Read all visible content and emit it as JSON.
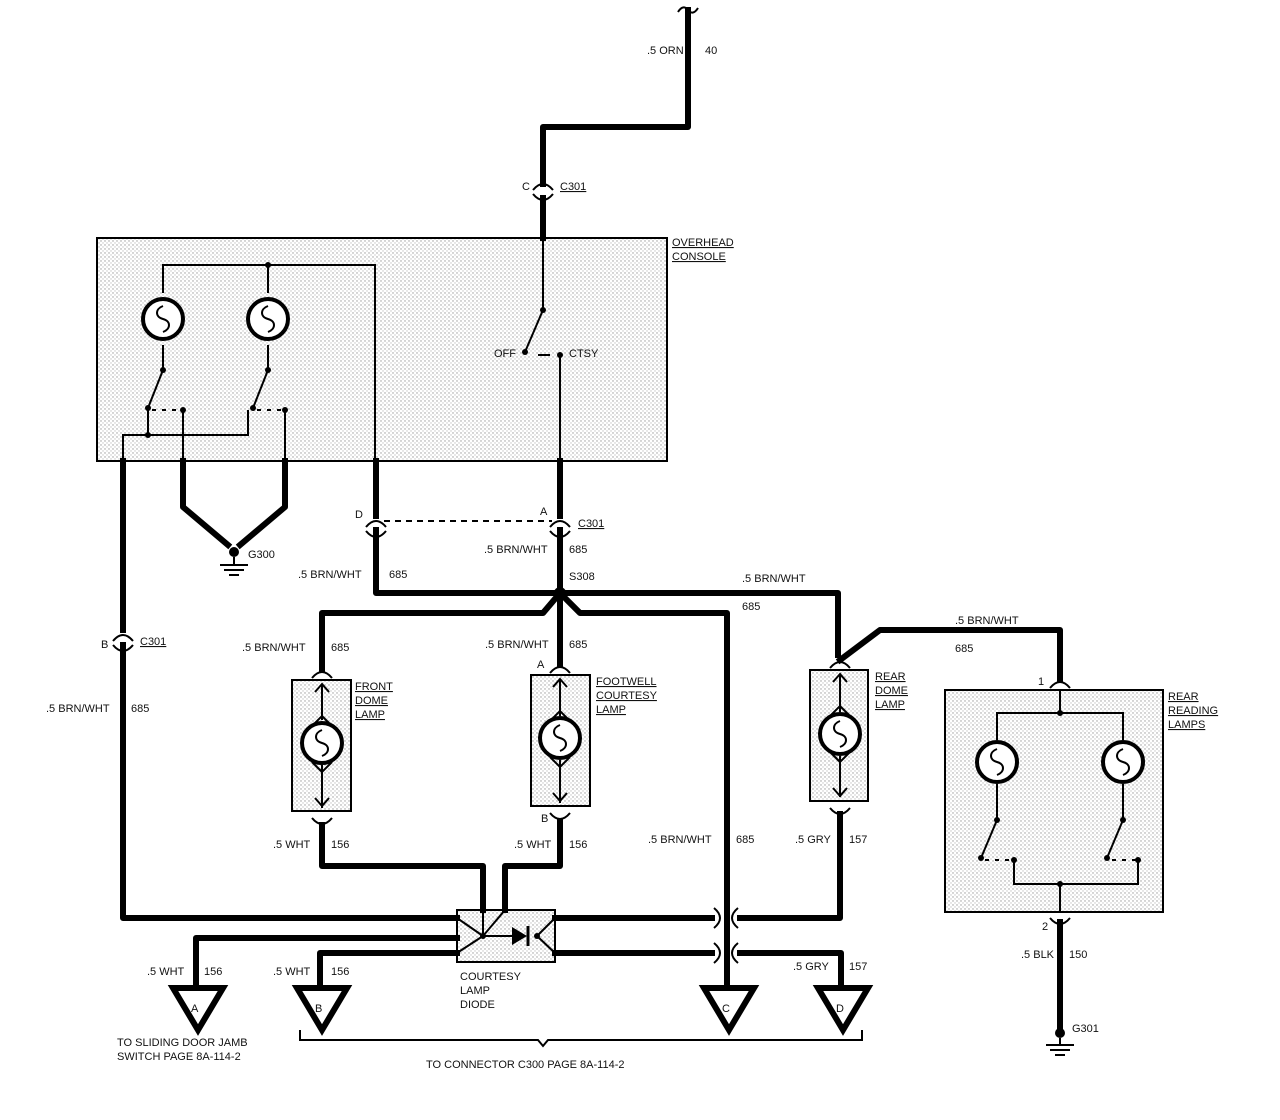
{
  "labels": {
    "top_wire": ".5 ORN",
    "top_circuit": "40",
    "c301_top_pin": "C",
    "c301_top": "C301",
    "overhead_console_1": "OVERHEAD",
    "overhead_console_2": "CONSOLE",
    "switch_off": "OFF",
    "switch_ctsy": "CTSY",
    "pin_d": "D",
    "pin_a_mid": "A",
    "c301_mid": "C301",
    "g300": "G300",
    "mid_wire_1": ".5 BRN/WHT",
    "mid_circ_1": "685",
    "left_wire": ".5 BRN/WHT",
    "left_circ": "685",
    "s308": "S308",
    "right_top_wire": ".5 BRN/WHT",
    "right_top_circ": "685",
    "pin_b_left": "B",
    "c301_left": "C301",
    "front_wire": ".5 BRN/WHT",
    "front_circ": "685",
    "foot_wire": ".5 BRN/WHT",
    "foot_circ": "685",
    "foot_pin_a": "A",
    "rear_reading_wire": ".5 BRN/WHT",
    "rear_reading_circ": "685",
    "front_dome_1": "FRONT",
    "front_dome_2": "DOME",
    "front_dome_3": "LAMP",
    "footwell_1": "FOOTWELL",
    "footwell_2": "COURTESY",
    "footwell_3": "LAMP",
    "rear_dome_1": "REAR",
    "rear_dome_2": "DOME",
    "rear_dome_3": "LAMP",
    "rear_reading_1": "REAR",
    "rear_reading_2": "READING",
    "rear_reading_3": "LAMPS",
    "pin_1": "1",
    "pin_2": "2",
    "far_left_wire": ".5 BRN/WHT",
    "far_left_circ": "685",
    "front_out_wire": ".5 WHT",
    "front_out_circ": "156",
    "foot_out_wire": ".5 WHT",
    "foot_out_circ": "156",
    "foot_pin_b": "B",
    "c_wire": ".5 BRN/WHT",
    "c_circ": "685",
    "rear_out_wire": ".5 GRY",
    "rear_out_circ": "157",
    "blk_wire": ".5 BLK",
    "blk_circ": "150",
    "diode_1": "COURTESY",
    "diode_2": "LAMP",
    "diode_3": "DIODE",
    "a_wire": ".5 WHT",
    "a_circ": "156",
    "b_wire": ".5 WHT",
    "b_circ": "156",
    "d_wire": ".5 GRY",
    "d_circ": "157",
    "g301": "G301",
    "term_a": "A",
    "term_b": "B",
    "term_c": "C",
    "term_d": "D",
    "footnote_a_1": "TO SLIDING DOOR JAMB",
    "footnote_a_2": "SWITCH PAGE 8A-114-2",
    "footnote_bcd": "TO CONNECTOR C300  PAGE 8A-114-2"
  }
}
